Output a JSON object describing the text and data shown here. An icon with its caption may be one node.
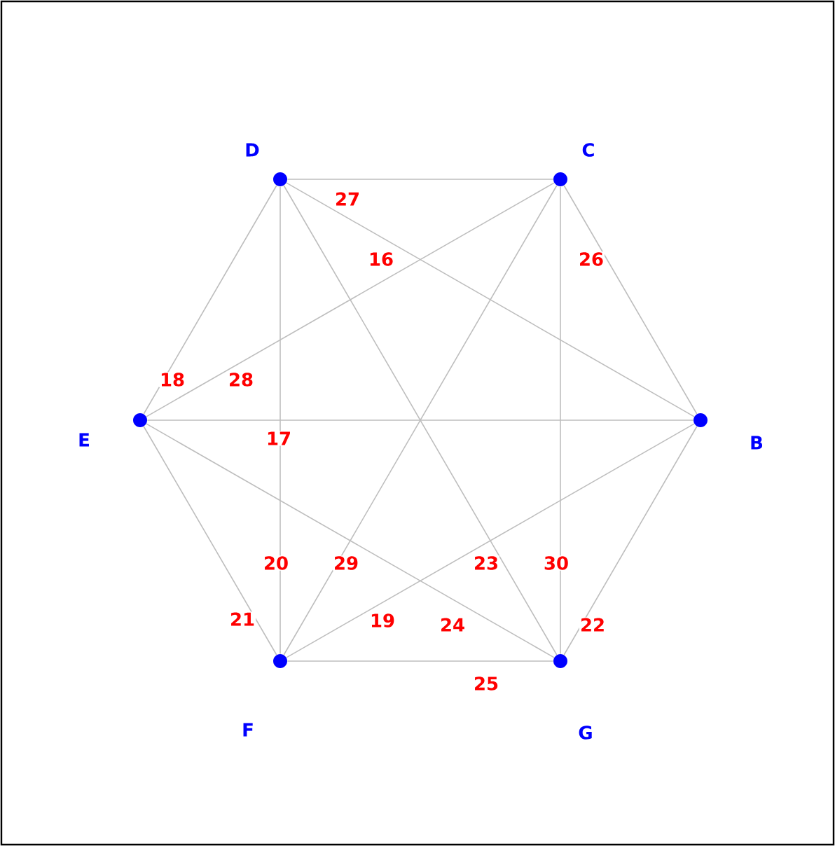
{
  "diagram": {
    "nodes": [
      {
        "text": [
          "D"
        ]
      },
      {
        "text": [
          "C"
        ]
      },
      {
        "text": [
          "B"
        ]
      },
      {
        "text": [
          "G"
        ]
      },
      {
        "text": [
          "F"
        ]
      },
      {
        "text": [
          "E"
        ]
      }
    ],
    "edges": [
      {
        "from": 0,
        "to": 1,
        "arrow": "none",
        "label": "27"
      },
      {
        "from": 0,
        "to": 2,
        "arrow": "none",
        "label": "16"
      },
      {
        "from": 1,
        "to": 2,
        "arrow": "none",
        "label": "26"
      },
      {
        "from": 5,
        "to": 0,
        "arrow": "none",
        "label": "18"
      },
      {
        "from": 5,
        "to": 1,
        "arrow": "none",
        "label": "28"
      },
      {
        "from": 5,
        "to": 2,
        "arrow": "none",
        "label": "17"
      },
      {
        "from": 0,
        "to": 4,
        "arrow": "none",
        "label": "20"
      },
      {
        "from": 4,
        "to": 5,
        "arrow": "none",
        "label": "21"
      },
      {
        "from": 4,
        "to": 1,
        "arrow": "none",
        "label": "29"
      },
      {
        "from": 4,
        "to": 2,
        "arrow": "none",
        "label": "19"
      },
      {
        "from": 5,
        "to": 3,
        "arrow": "none",
        "label": "24"
      },
      {
        "from": 0,
        "to": 3,
        "arrow": "none",
        "label": "23"
      },
      {
        "from": 1,
        "to": 3,
        "arrow": "none",
        "label": "30"
      },
      {
        "from": 2,
        "to": 3,
        "arrow": "none",
        "label": "22"
      },
      {
        "from": 4,
        "to": 3,
        "arrow": "none",
        "label": "25"
      }
    ]
  }
}
